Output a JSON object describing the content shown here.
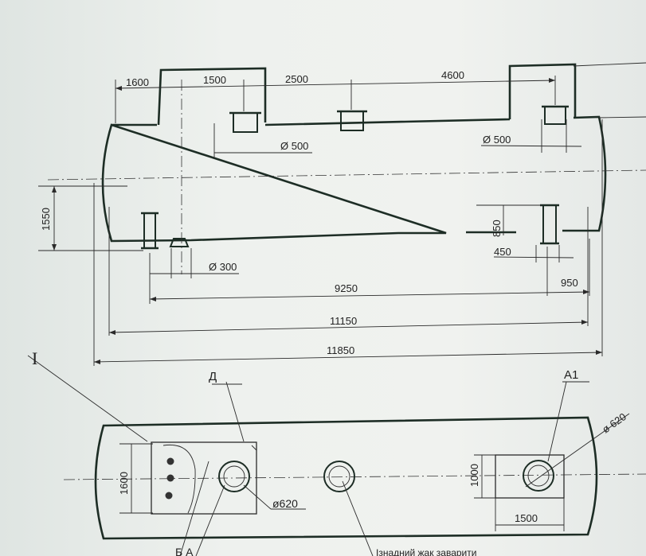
{
  "side_view": {
    "dims": {
      "d1600": "1600",
      "d1500": "1500",
      "d2500": "2500",
      "d4600": "4600",
      "phi500_left": "Ø 500",
      "phi500_right": "Ø 500",
      "d1550": "1550",
      "d850": "850",
      "d450": "450",
      "phi300": "Ø 300",
      "d9250": "9250",
      "d950": "950",
      "d11150": "11150",
      "d11850": "11850"
    }
  },
  "plan_view": {
    "labels": {
      "view_I": "I",
      "view_D": "Д",
      "view_A1": "A1",
      "d1600": "1600",
      "phi620_left": "ø620",
      "phi620_right": "ø 620",
      "d1000": "1000",
      "d1500": "1500",
      "bottom_left": "Б А",
      "bottom_note": "Ізнадний жак заварити"
    }
  }
}
